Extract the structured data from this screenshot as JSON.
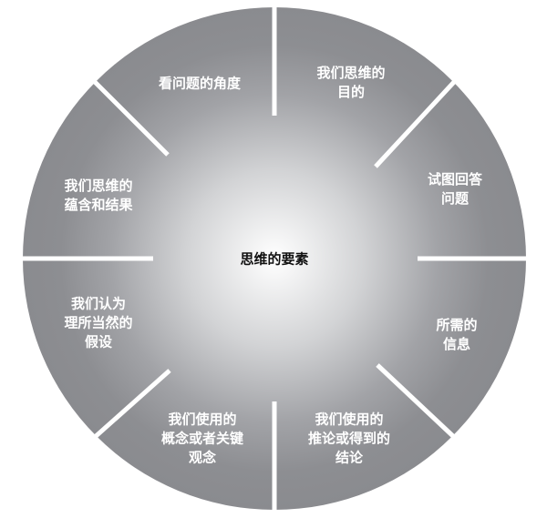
{
  "diagram": {
    "center": {
      "label": "思维的要素"
    },
    "segments": [
      {
        "lines": [
          "看问题的角度"
        ]
      },
      {
        "lines": [
          "我们思维的",
          "目的"
        ]
      },
      {
        "lines": [
          "试图回答",
          "问题"
        ]
      },
      {
        "lines": [
          "所需的",
          "信息"
        ]
      },
      {
        "lines": [
          "我们使用的",
          "推论或得到的",
          "结论"
        ]
      },
      {
        "lines": [
          "我们使用的",
          "概念或者关键",
          "观念"
        ]
      },
      {
        "lines": [
          "我们认为",
          "理所当然的",
          "假设"
        ]
      },
      {
        "lines": [
          "我们思维的",
          "蕴含和结果"
        ]
      }
    ],
    "colors": {
      "outer": "#8a8b8f",
      "center": "#ffffff",
      "divider": "#ffffff",
      "segment_text": "#ffffff",
      "center_text": "#111111"
    }
  }
}
